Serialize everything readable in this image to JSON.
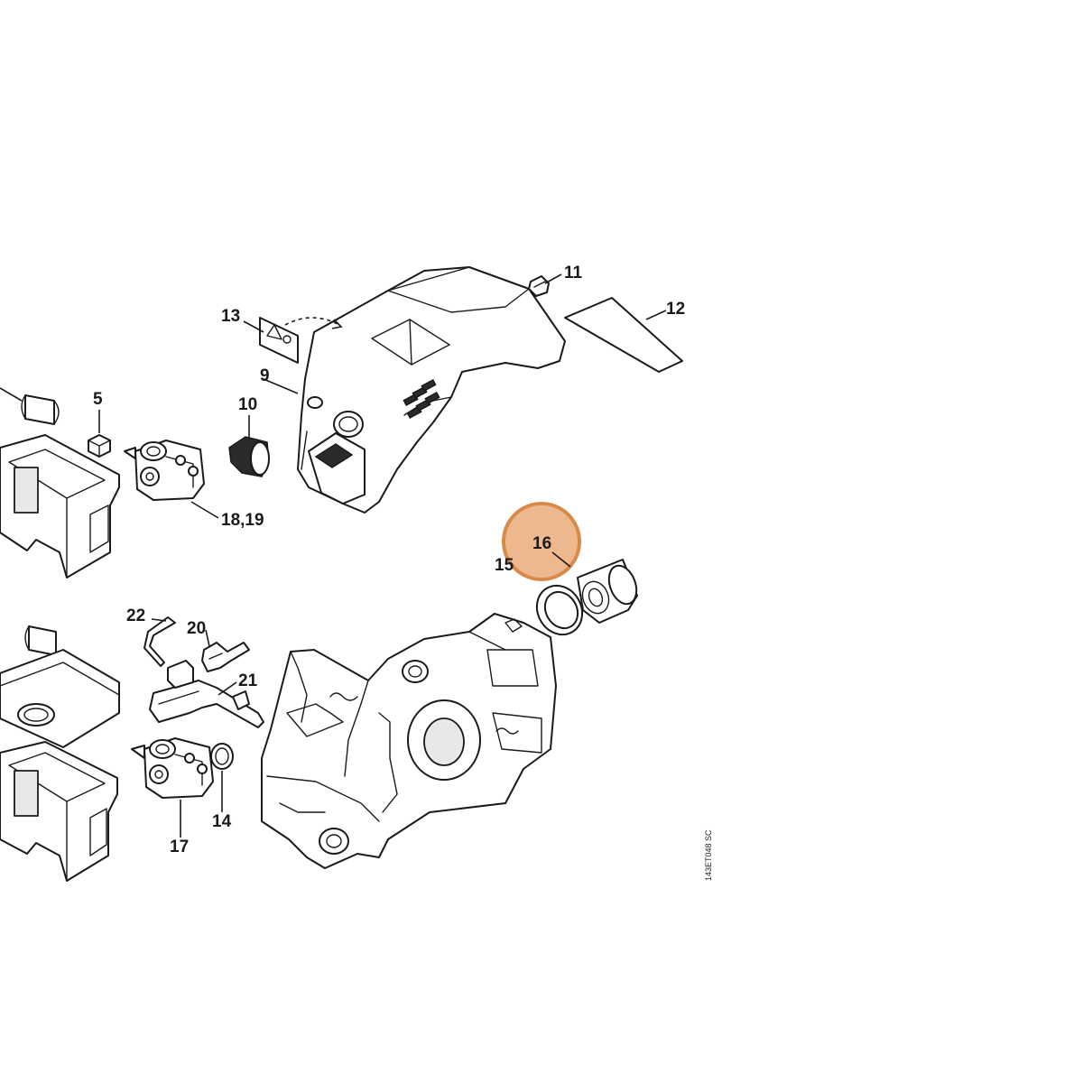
{
  "callouts": {
    "c11": "11",
    "c12": "12",
    "c13": "13",
    "c9": "9",
    "c10": "10",
    "c5": "5",
    "c1819": "18,19",
    "c16": "16",
    "c15": "15",
    "c22": "22",
    "c20": "20",
    "c21": "21",
    "c14": "14",
    "c17": "17"
  },
  "drawing_code": "143ET048 SC",
  "highlight": {
    "part": "16",
    "color": "#e8a06a"
  }
}
